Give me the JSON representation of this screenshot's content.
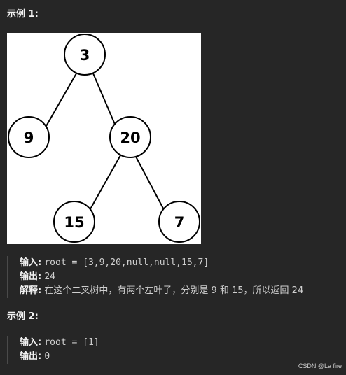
{
  "example1": {
    "heading": "示例 1:",
    "input_label": "输入:",
    "input_value": "root = [3,9,20,null,null,15,7]",
    "output_label": "输出:",
    "output_value": "24",
    "explain_label": "解释:",
    "explain_text": "在这个二叉树中，有两个左叶子，分别是 9 和 15，所以返回 24"
  },
  "tree": {
    "nodes": [
      "3",
      "9",
      "20",
      "15",
      "7"
    ]
  },
  "example2": {
    "heading": "示例 2:",
    "input_label": "输入:",
    "input_value": "root = [1]",
    "output_label": "输出:",
    "output_value": "0"
  },
  "watermark": "CSDN @La fire"
}
